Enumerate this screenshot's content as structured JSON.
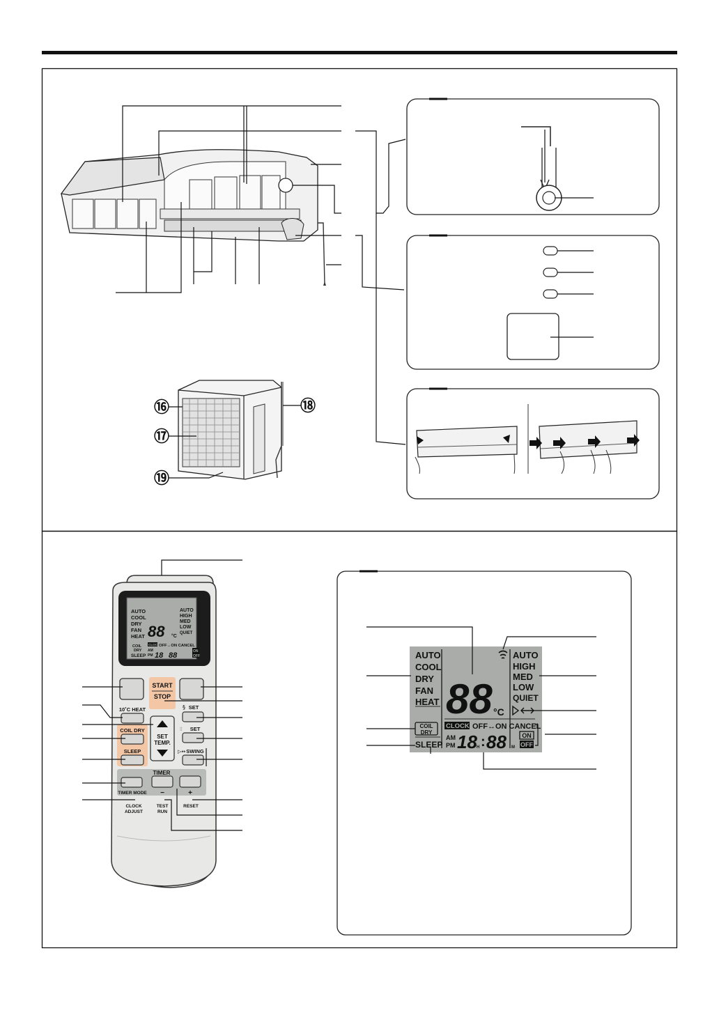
{
  "callouts": {
    "outdoor_16": "⑯",
    "outdoor_17": "⑰",
    "outdoor_18": "⑱",
    "outdoor_19": "⑲"
  },
  "remote": {
    "start": "START",
    "stop": "STOP",
    "heat10": "10˚C HEAT",
    "coil_dry": "COIL DRY",
    "sleep": "SLEEP",
    "set_temp_1": "SET",
    "set_temp_2": "TEMP.",
    "fan_set": "SET",
    "flap_set": "SET",
    "swing": "SWING",
    "timer": "TIMER",
    "timer_mode": "TIMER MODE",
    "minus": "−",
    "plus": "+",
    "clock_1": "CLOCK",
    "clock_2": "ADJUST",
    "test_1": "TEST",
    "test_2": "RUN",
    "reset": "RESET",
    "lcd": {
      "modes": [
        "AUTO",
        "COOL",
        "DRY",
        "FAN",
        "HEAT"
      ],
      "fan": [
        "AUTO",
        "HIGH",
        "MED",
        "LOW",
        "QUIET"
      ],
      "temp": "88",
      "unit": "°C",
      "coil_1": "COIL",
      "coil_2": "DRY",
      "sleep": "SLEEP",
      "clock": "CLOCK",
      "timer_row": "OFF↔ON CANCEL",
      "am": "AM",
      "pm": "PM",
      "hours": "18",
      "h": "H",
      "mins": "88",
      "m": "M",
      "on": "ON",
      "off": "OFF"
    }
  },
  "display": {
    "modes": [
      "AUTO",
      "COOL",
      "DRY",
      "FAN",
      "HEAT"
    ],
    "fan": [
      "AUTO",
      "HIGH",
      "MED",
      "LOW",
      "QUIET"
    ],
    "temp": "88",
    "unit": "°C",
    "coil_1": "COIL",
    "coil_2": "DRY",
    "sleep": "SLEEP",
    "clock": "CLOCK",
    "timer_row": "OFF↔ON CANCEL",
    "am": "AM",
    "pm": "PM",
    "hours": "18",
    "h": "H",
    "colon": ":",
    "mins": "88",
    "m": "M",
    "on": "ON",
    "off": "OFF"
  },
  "colors": {
    "lcd": "#a9aca9",
    "remote_body": "#e8e9e6",
    "remote_accent": "#f3c6a6",
    "button_grey": "#cfd1cf",
    "frame": "#111111"
  }
}
